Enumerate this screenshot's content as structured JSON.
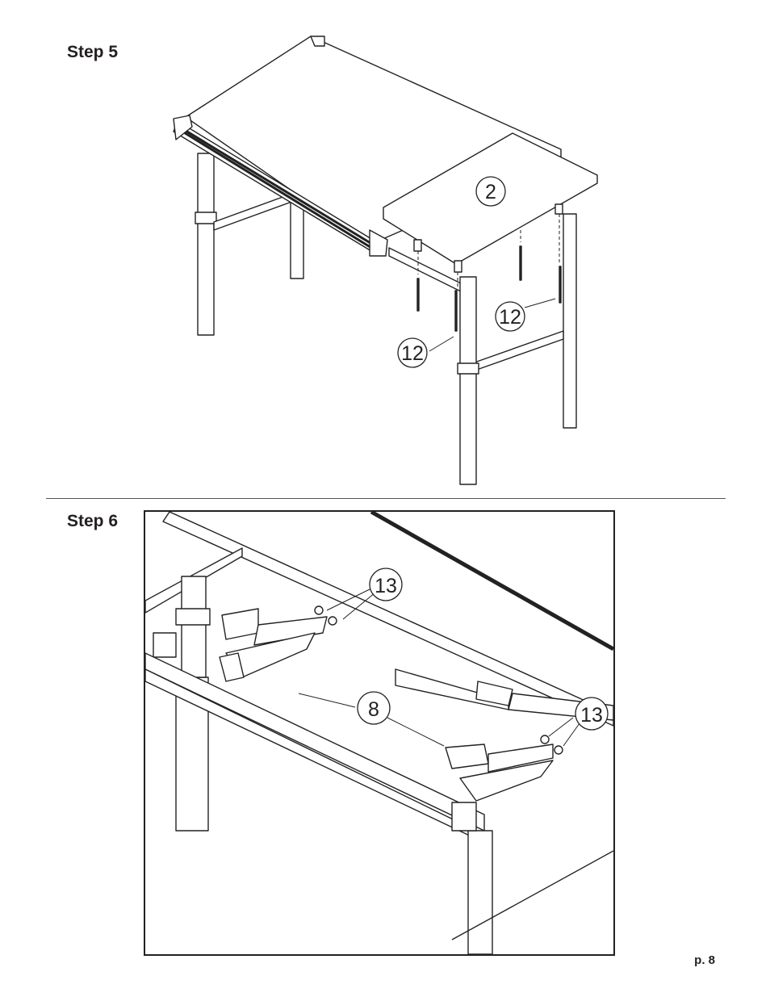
{
  "steps": [
    {
      "label": "Step 5",
      "callouts": {
        "panel": "2",
        "screws_left": "12",
        "screws_right": "12"
      }
    },
    {
      "label": "Step 6",
      "callouts": {
        "screws_top": "13",
        "bracket": "8",
        "screws_right": "13"
      }
    }
  ],
  "page": {
    "number": "p. 8"
  }
}
